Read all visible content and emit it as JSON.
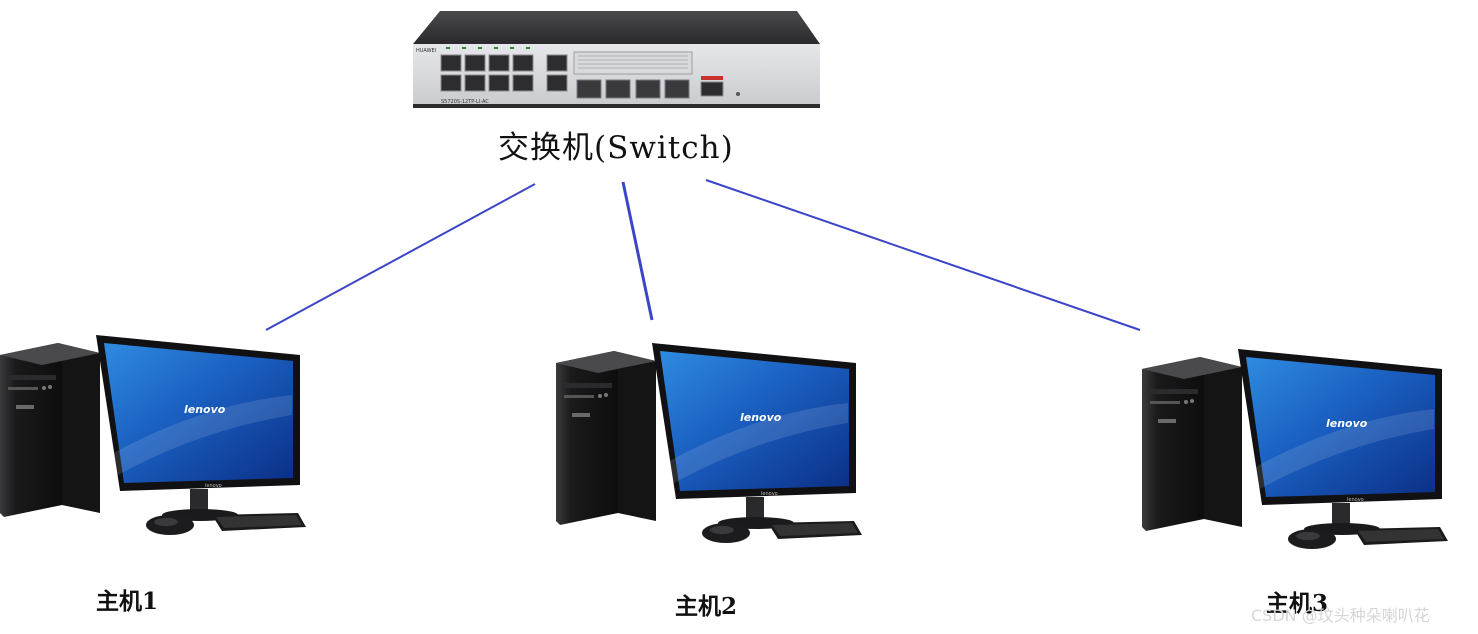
{
  "switch": {
    "label": "交换机(Switch)",
    "vendor": "HUAWEI",
    "model": "S5720S-12TP-LI-AC"
  },
  "hosts": [
    {
      "label": "主机1",
      "brand": "lenovo"
    },
    {
      "label": "主机2",
      "brand": "lenovo"
    },
    {
      "label": "主机3",
      "brand": "lenovo"
    }
  ],
  "links": [
    {
      "from": "交换机(Switch)",
      "to": "主机1"
    },
    {
      "from": "交换机(Switch)",
      "to": "主机2"
    },
    {
      "from": "交换机(Switch)",
      "to": "主机3"
    }
  ],
  "colors": {
    "link": "#3a45c8",
    "screen": "#1f63c9",
    "chassis": "#1c1c1e"
  },
  "watermark": "CSDN @玟头种朵喇叭花"
}
